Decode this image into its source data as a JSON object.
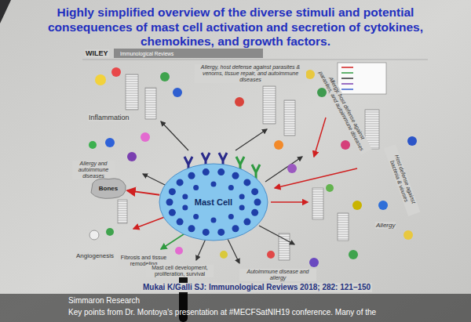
{
  "diagram": {
    "title": "Highly simplified overview of the diverse stimuli and potential consequences of mast cell activation and secretion of cytokines, chemokines, and growth factors.",
    "caption": "Mukai K/Galli SJ: Immunological Reviews 2018; 282: 121–150",
    "nodes": [
      {
        "text": [
          "Mast Cell"
        ]
      },
      {
        "text": [
          "Bones"
        ]
      }
    ],
    "edges": [
      {
        "from": 0,
        "to": 1,
        "arrow": "to"
      }
    ],
    "labels": [
      "WILEY",
      "Immunological Reviews",
      "Inflammation",
      "Allergy, host defense against parasites & venoms, tissue repair, and autoimmune diseases",
      "Allergy and autoimmune diseases",
      "Allergy, host defense against parasites, and autoimmune diseases",
      "Host defense against bacteria & viruses",
      "Allergy",
      "Angiogenesis",
      "Fibrosis and tissue remodeling",
      "Mast cell development, proliferation, survival",
      "Autoimmune disease and allergy",
      "Simmaron Research",
      "Key points from Dr. Montoya's presentation at #MECFSatNIH19 conference. Many of the"
    ]
  }
}
